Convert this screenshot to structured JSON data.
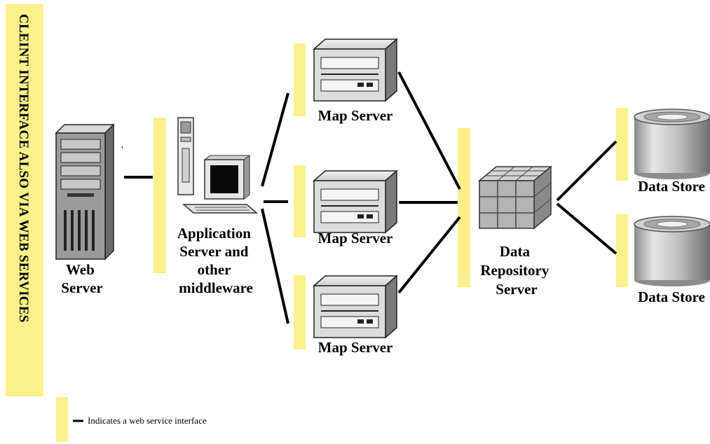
{
  "client_band": {
    "text": "CLEINT INTERFACE ALSO VIA WEB SERVICES"
  },
  "nodes": {
    "web_server": [
      "Web",
      "Server"
    ],
    "app_server": [
      "Application",
      "Server and",
      "other",
      "middleware"
    ],
    "map_server_1": [
      "Map Server"
    ],
    "map_server_2": [
      "Map Server"
    ],
    "map_server_3": [
      "Map Server"
    ],
    "repository": [
      "Data",
      "Repository",
      "Server"
    ],
    "data_store_1": [
      "Data Store"
    ],
    "data_store_2": [
      "Data Store"
    ]
  },
  "legend": {
    "text": "Indicates a web service interface"
  },
  "colors": {
    "interface_bar": "#fbf08a",
    "line": "#000000",
    "background": "#ffffff"
  }
}
